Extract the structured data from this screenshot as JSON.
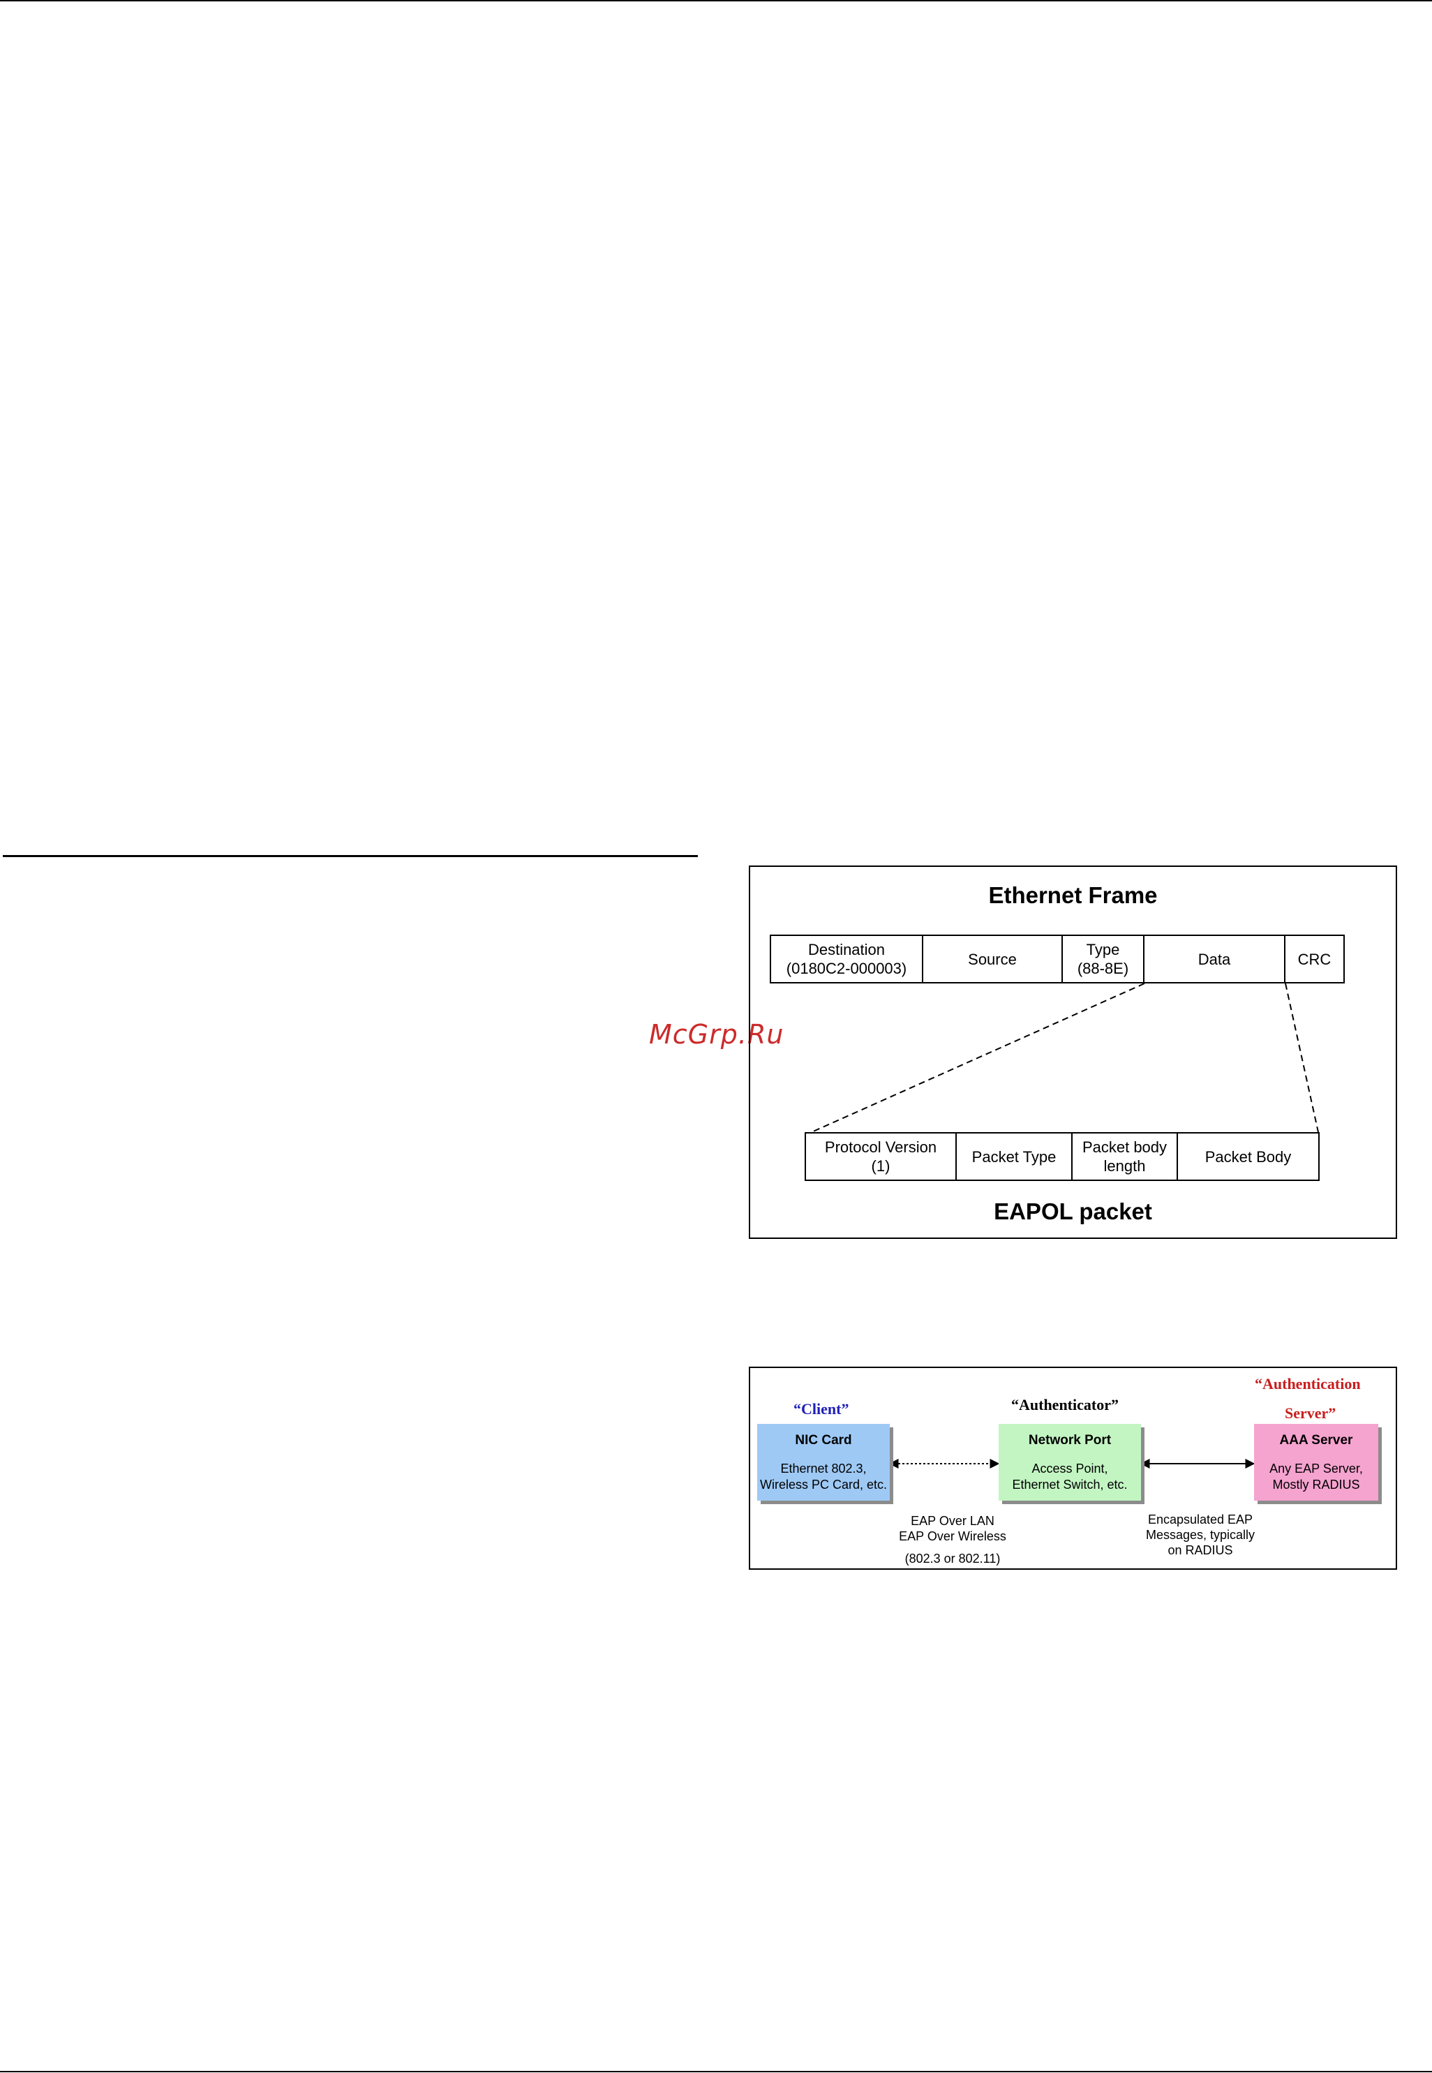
{
  "watermark": "McGrp.Ru",
  "colors": {
    "client_role": "#1f1fb5",
    "server_role": "#c81e1e",
    "client_box": "#9ec9f5",
    "authenticator_box": "#c3f5c3",
    "server_box": "#f5a3cf"
  },
  "ethernet_frame": {
    "title": "Ethernet Frame",
    "fields": [
      {
        "label": "Destination\n(0180C2-000003)"
      },
      {
        "label": "Source"
      },
      {
        "label": "Type\n(88-8E)"
      },
      {
        "label": "Data"
      },
      {
        "label": "CRC"
      }
    ],
    "eapol_fields": [
      {
        "label": "Protocol Version\n(1)"
      },
      {
        "label": "Packet Type"
      },
      {
        "label": "Packet body\nlength"
      },
      {
        "label": "Packet Body"
      }
    ],
    "caption": "EAPOL packet"
  },
  "auth_diagram": {
    "client": {
      "role": "“Client”",
      "title": "NIC Card",
      "desc": "Ethernet 802.3,\nWireless PC Card, etc."
    },
    "authenticator": {
      "role": "“Authenticator”",
      "title": "Network Port",
      "desc": "Access Point,\nEthernet Switch, etc."
    },
    "server": {
      "role_line1": "“Authentication",
      "role_line2": "Server”",
      "title": "AAA Server",
      "desc": "Any EAP Server,\nMostly RADIUS"
    },
    "link_client": {
      "line1": "EAP Over LAN\nEAP Over Wireless",
      "line2": "(802.3 or 802.11)"
    },
    "link_server": {
      "text": "Encapsulated EAP\nMessages, typically\non RADIUS"
    }
  }
}
